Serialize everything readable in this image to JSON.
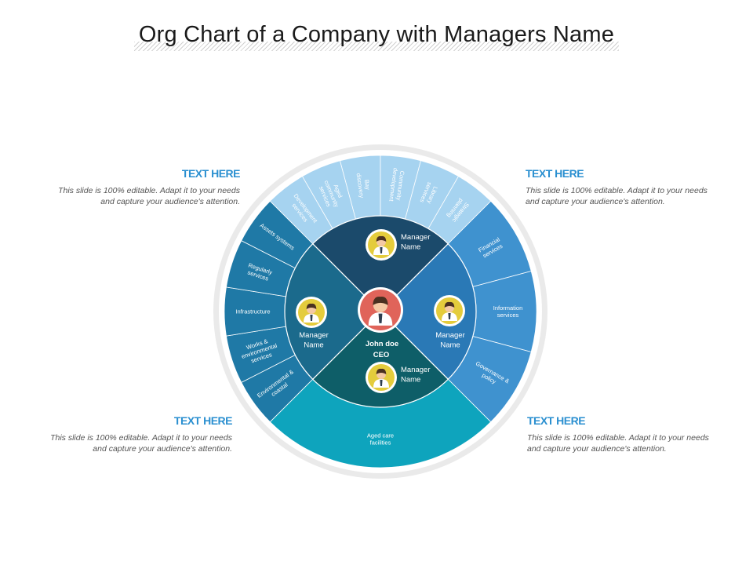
{
  "title": "Org Chart of a Company with Managers Name",
  "text_blocks": [
    {
      "heading": "TEXT HERE",
      "body": "This slide is 100% editable. Adapt it to your needs and capture your audience's attention."
    },
    {
      "heading": "TEXT HERE",
      "body": "This slide is 100% editable. Adapt it to your needs and capture your audience's attention."
    },
    {
      "heading": "TEXT HERE",
      "body": "This slide is 100% editable. Adapt it to your needs and capture your audience's attention."
    },
    {
      "heading": "TEXT HERE",
      "body": "This slide is 100% editable. Adapt it to your needs and capture your audience's attention."
    }
  ],
  "ceo": {
    "name": "John doe",
    "role": "CEO"
  },
  "managers": {
    "top": "Manager Name",
    "left": "Manager Name",
    "right": "Manager Name",
    "bottom": "Manager Name"
  },
  "departments": {
    "top": [
      "Development services",
      "Aged community services",
      "Bay discovery",
      "Community development",
      "Library services",
      "Strategic planning"
    ],
    "right": [
      "Financial services",
      "Information services",
      "Governance & policy"
    ],
    "left": [
      "Environmental & coastal",
      "Works & environmental services",
      "Infrastructure",
      "Regularly services",
      "Assets systems"
    ],
    "bottom": [
      "Aged care facilities"
    ]
  },
  "colors": {
    "top_outer": "#a6d3f0",
    "top_inner": "#1b4a6b",
    "right_outer": "#3f92cf",
    "right_inner": "#2a79b6",
    "left_outer": "#1f79a6",
    "left_inner": "#1b6a8c",
    "bottom_outer": "#0ea4bd",
    "bottom_inner": "#0e5e68",
    "ring": "#eaeaea",
    "ceo": "#e0645a",
    "manager_icon": "#e4cc3c",
    "heading": "#2a8fd0"
  }
}
